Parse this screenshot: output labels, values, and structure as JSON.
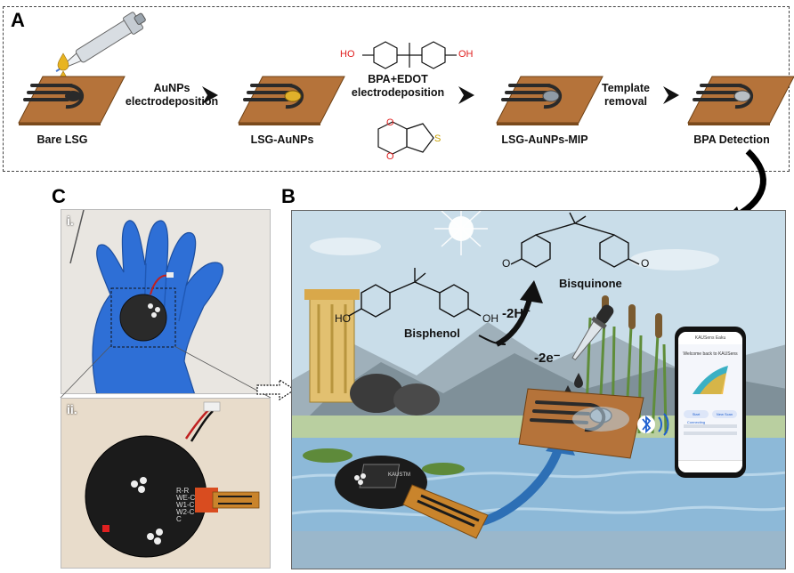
{
  "panels": {
    "A": "A",
    "B": "B",
    "C": "C"
  },
  "subpanels": {
    "i": "i.",
    "ii": "ii."
  },
  "steps": [
    {
      "label": "Bare LSG"
    },
    {
      "label": "LSG-AuNPs"
    },
    {
      "label": "LSG-AuNPs-MIP"
    },
    {
      "label": "BPA Detection"
    }
  ],
  "arrows": [
    {
      "line1": "AuNPs",
      "line2": "electrodeposition"
    },
    {
      "line1": "BPA+EDOT",
      "line2": "electrodeposition"
    },
    {
      "line1": "Template",
      "line2": "removal"
    }
  ],
  "chem": {
    "ho": "HO",
    "oh": "OH",
    "o": "O",
    "s": "S",
    "bisphenol": "Bisphenol",
    "bisquinone": "Bisquinone",
    "minus_2h": "-2H⁺",
    "minus_2e": "-2e⁻"
  },
  "device": {
    "chip_label": "KAUSTM",
    "pcb_labels": [
      "R-R",
      "WE-C",
      "W1-C",
      "W2-C",
      "C"
    ]
  },
  "phone": {
    "header_title": "KAUSens Eaku",
    "welcome": "Welcome back to KAUSens",
    "btn1": "Start Connecting",
    "btn2": "New Scan"
  },
  "colors": {
    "substrate": "#b5733a",
    "electrode": "#2a2a2a",
    "gold": "#e0b12a",
    "glove": "#2e6fd6",
    "water": "#8db9d8",
    "sky": "#c9dde9",
    "arrow_blue": "#2d6fb5",
    "bluetooth": "#1e5fd0"
  },
  "icons": [
    "pipette-icon",
    "chevron-right-icon",
    "bluetooth-icon",
    "sun-icon",
    "dropper-icon",
    "phone-icon"
  ]
}
